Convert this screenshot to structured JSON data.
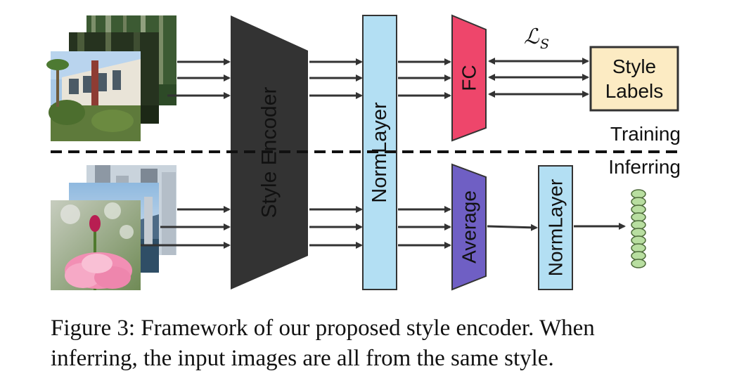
{
  "blocks": {
    "style_encoder": "Style Encoder",
    "normlayer_main": "NormLayer",
    "fc": "FC",
    "style_labels_line1": "Style",
    "style_labels_line2": "Labels",
    "average": "Average",
    "normlayer_infer": "NormLayer"
  },
  "loss_symbol": "ℒ",
  "loss_subscript": "S",
  "phases": {
    "training": "Training",
    "inferring": "Inferring"
  },
  "caption": {
    "line1": "Figure 3: Framework of our proposed style encoder. When",
    "line2": "inferring, the input images are all from the same style."
  },
  "colors": {
    "encoder": "#333333",
    "normlayer": "#b3dff3",
    "fc": "#ee466b",
    "labels": "#fcebc3",
    "average": "#6f5fc4",
    "embedding": "#b8dea0"
  }
}
